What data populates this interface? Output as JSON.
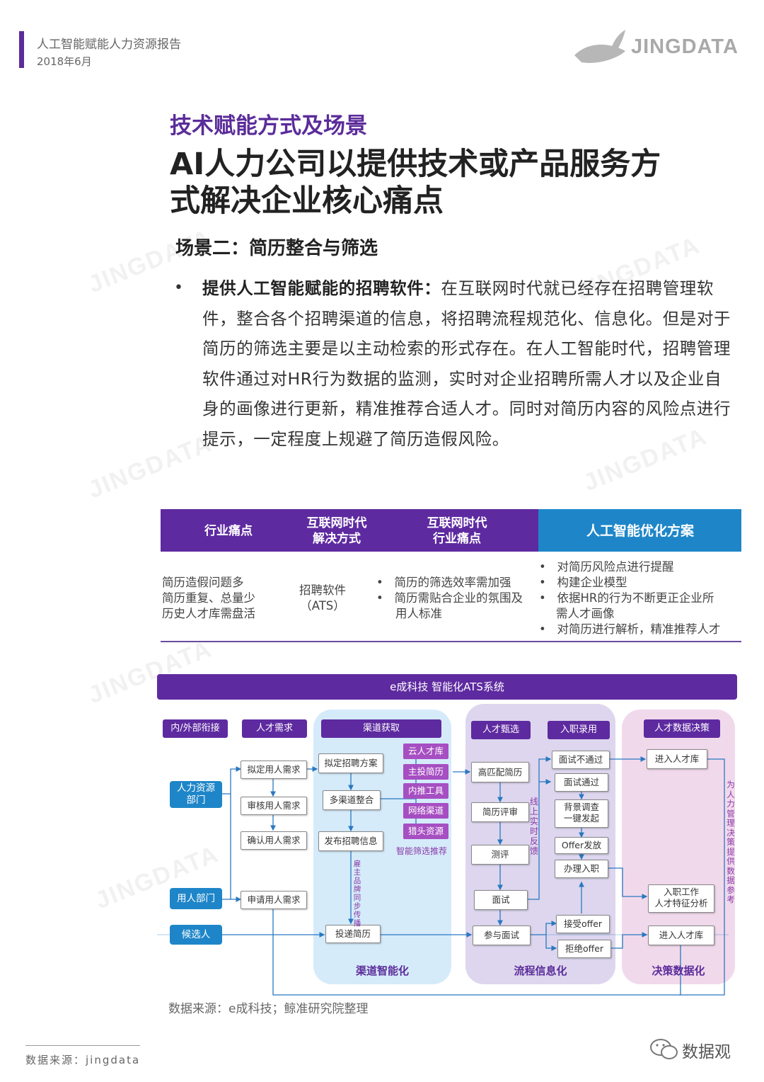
{
  "header": {
    "report_title": "人工智能赋能人力资源报告",
    "date": "2018年6月",
    "logo_text": "JINGDATA",
    "logo_icon": "whale-icon"
  },
  "watermark_text": "JINGDATA",
  "section_title": "技术赋能方式及场景",
  "main_title_line1": "AI人力公司以提供技术或产品服务方",
  "main_title_line2": "式解决企业核心痛点",
  "scene_title": "场景二：简历整合与筛选",
  "bullet": {
    "bold": "提供人工智能赋能的招聘软件：",
    "text": "在互联网时代就已经存在招聘管理软件，整合各个招聘渠道的信息，将招聘流程规范化、信息化。但是对于简历的筛选主要是以主动检索的形式存在。在人工智能时代，招聘管理软件通过对HR行为数据的监测，实时对企业招聘所需人才以及企业自身的画像进行更新，精准推荐合适人才。同时对简历内容的风险点进行提示，一定程度上规避了简历造假风险。"
  },
  "table": {
    "headers": [
      "行业痛点",
      "互联网时代",
      "解决方式",
      "互联网时代",
      "行业痛点",
      "人工智能优化方案"
    ],
    "pain_points": [
      "简历造假问题多",
      "简历重复、总量少",
      "历史人才库需盘活"
    ],
    "internet_solution_1": "招聘软件",
    "internet_solution_2": "（ATS）",
    "internet_pain": [
      "简历的筛选效率需加强",
      "简历需贴合企业的氛围及",
      "用人标准"
    ],
    "ai_solutions": [
      "对简历风险点进行提醒",
      "构建企业模型",
      "依据HR的行为不断更正企业所",
      "需人才画像",
      "对简历进行解析，精准推荐人才"
    ]
  },
  "diagram": {
    "title": "e成科技 智能化ATS系统",
    "col_headers": [
      "内/外部衔接",
      "人才需求",
      "渠道获取",
      "人才甄选",
      "入职录用",
      "人才数据决策"
    ],
    "actors": [
      "人力资源",
      "部门",
      "用人部门",
      "候选人"
    ],
    "demand": [
      "拟定用人需求",
      "审核用人需求",
      "确认用人需求",
      "申请用人需求"
    ],
    "channel": [
      "拟定招聘方案",
      "多渠道整合",
      "发布招聘信息",
      "投递简历"
    ],
    "channel_sources": [
      "云人才库",
      "主投简历",
      "内推工具",
      "网络渠道",
      "猎头资源"
    ],
    "smart_filter": "智能筛选推荐",
    "sync_label": "雇主品牌同步传播",
    "selection": [
      "高匹配简历",
      "简历评审",
      "测评",
      "面试",
      "参与面试"
    ],
    "feedback_label": "线上实时反馈",
    "hiring": [
      "面试不通过",
      "面试通过",
      "背景调查",
      "一键发起",
      "Offer发放",
      "办理入职",
      "接受offer",
      "拒绝offer"
    ],
    "decision": [
      "进入人才库",
      "入职工作",
      "人才特征分析",
      "进入人才库"
    ],
    "decision_side": "为人力管理决策提供数据参考",
    "region_labels": [
      "渠道智能化",
      "流程信息化",
      "决策数据化"
    ]
  },
  "source_note": "数据来源：e成科技；鲸准研究院整理",
  "footer_source": "数据来源：jingdata",
  "wechat_label": "数据观",
  "wechat_icon": "wechat-icon",
  "colors": {
    "brand_purple": "#5e2aa0",
    "accent_blue": "#1e86c8",
    "source_pink": "#a64fc2"
  }
}
